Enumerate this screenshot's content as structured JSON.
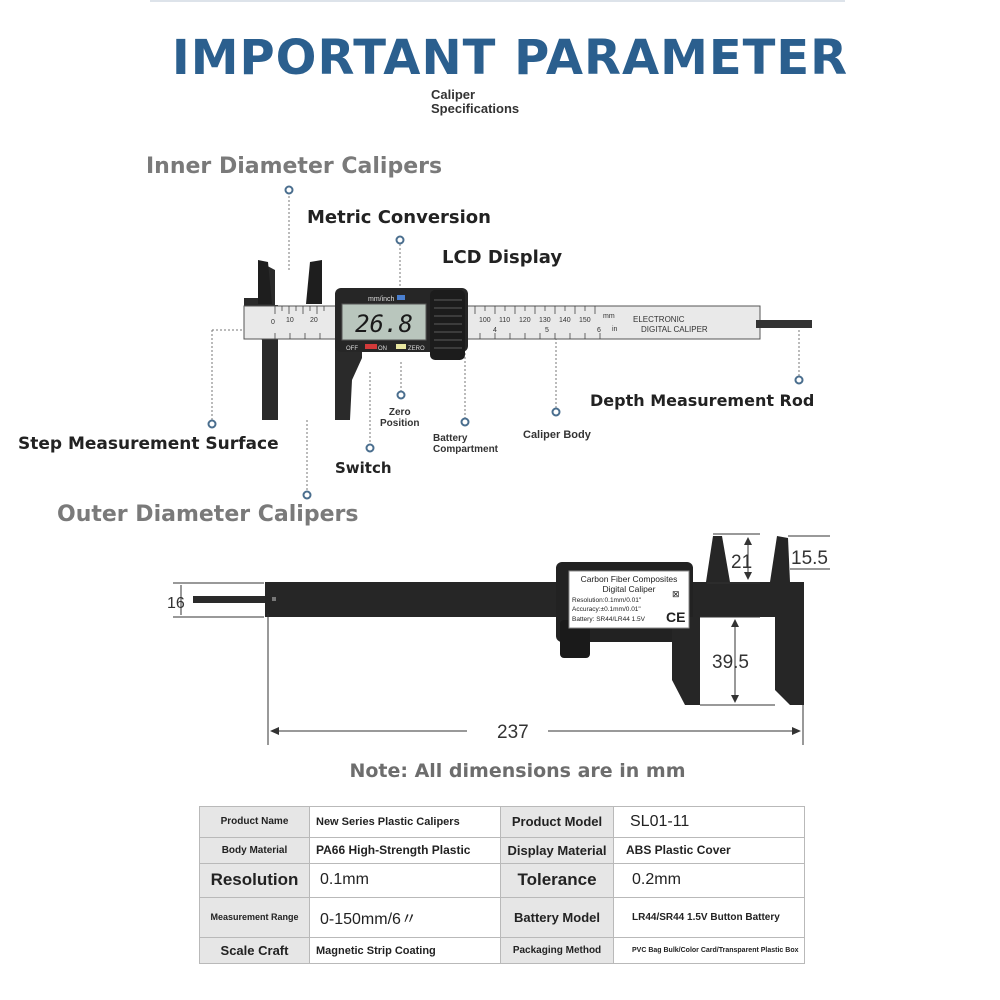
{
  "header": {
    "title": "IMPORTANT PARAMETER",
    "subtitle_line1": "Caliper",
    "subtitle_line2": "Specifications"
  },
  "callouts": {
    "inner_diameter": "Inner Diameter Calipers",
    "metric_conversion": "Metric Conversion",
    "lcd_display": "LCD Display",
    "depth_rod": "Depth Measurement Rod",
    "step_surface": "Step Measurement Surface",
    "switch": "Switch",
    "zero_position_line1": "Zero",
    "zero_position_line2": "Position",
    "battery_line1": "Battery",
    "battery_line2": "Compartment",
    "caliper_body": "Caliper Body",
    "outer_diameter": "Outer Diameter Calipers"
  },
  "caliper_top": {
    "lcd_reading": "26.8",
    "mode_label": "mm/inch",
    "off_label": "OFF",
    "on_label": "ON",
    "zero_label": "ZERO",
    "brand_line1": "ELECTRONIC",
    "brand_line2": "DIGITAL CALIPER",
    "scale_mm": "mm",
    "scale_in": "in",
    "scale_zero": "0",
    "scale_left_nums": [
      "10",
      "20"
    ],
    "scale_right_nums": [
      "100",
      "110",
      "120",
      "130",
      "140",
      "150"
    ],
    "inch_nums": [
      "4",
      "5",
      "6"
    ]
  },
  "caliper_bottom": {
    "label_line1": "Carbon Fiber Composites",
    "label_line2": "Digital Caliper",
    "label_line3": "Resolution:0.1mm/0.01\"",
    "label_line4": "Accuracy:±0.1mm/0.01\"",
    "label_line5": "Battery: SR44/LR44 1.5V",
    "ce_mark": "CE"
  },
  "dimensions": {
    "rod_height": "16",
    "inner_jaw": "21",
    "jaw_top": "15.5",
    "outer_jaw": "39.5",
    "total_length": "237"
  },
  "note": "Note: All dimensions are in mm",
  "spec_table": {
    "rows": [
      [
        "Product Name",
        "New Series Plastic Calipers",
        "Product Model",
        "SL01-11"
      ],
      [
        "Body Material",
        "PA66 High-Strength Plastic",
        "Display Material",
        "ABS Plastic Cover"
      ],
      [
        "Resolution",
        "0.1mm",
        "Tolerance",
        "0.2mm"
      ],
      [
        "Measurement Range",
        "0-150mm/6〃",
        "Battery Model",
        "LR44/SR44 1.5V Button Battery"
      ],
      [
        "Scale Craft",
        "Magnetic Strip Coating",
        "Packaging Method",
        "PVC Bag Bulk/Color Card/Transparent Plastic Box"
      ]
    ]
  },
  "colors": {
    "title_blue": "#2b5f8e",
    "callout_dot": "#4a6e8e",
    "caliper_black": "#2a2a2a",
    "table_label_bg": "#e6e6e6"
  }
}
